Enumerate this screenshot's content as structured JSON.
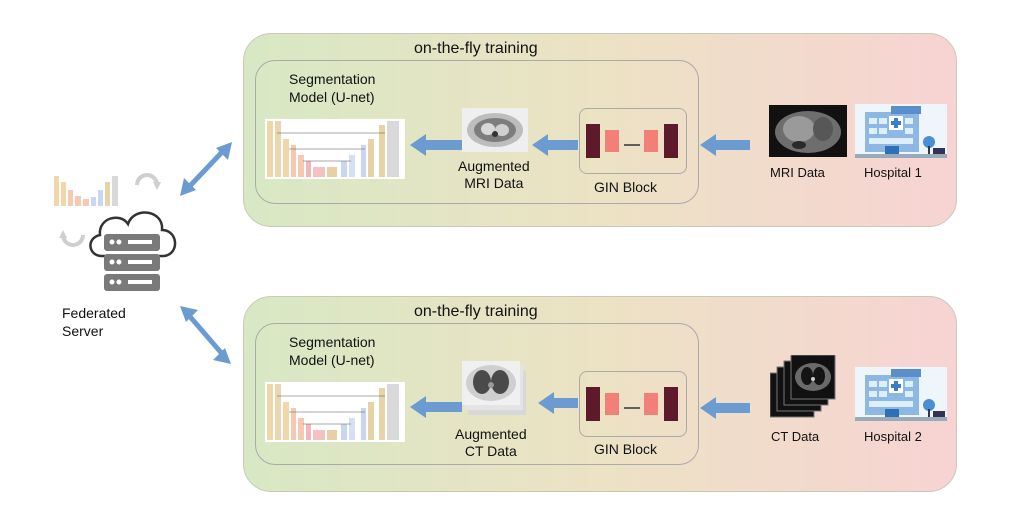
{
  "server": {
    "label_line1": "Federated",
    "label_line2": "Server"
  },
  "panels": [
    {
      "title": "on-the-fly training",
      "model_label_line1": "Segmentation",
      "model_label_line2": "Model (U-net)",
      "augmented_line1": "Augmented",
      "augmented_line2": "MRI Data",
      "gin_label": "GIN Block",
      "data_label": "MRI Data",
      "hospital_label": "Hospital 1"
    },
    {
      "title": "on-the-fly training",
      "model_label_line1": "Segmentation",
      "model_label_line2": "Model (U-net)",
      "augmented_line1": "Augmented",
      "augmented_line2": "CT Data",
      "gin_label": "GIN Block",
      "data_label": "CT Data",
      "hospital_label": "Hospital 2"
    }
  ],
  "colors": {
    "arrow": "#6b9bd1",
    "gin_dark": "#5e1a2a",
    "gin_light": "#f28079",
    "server": "#7a7a7a"
  }
}
